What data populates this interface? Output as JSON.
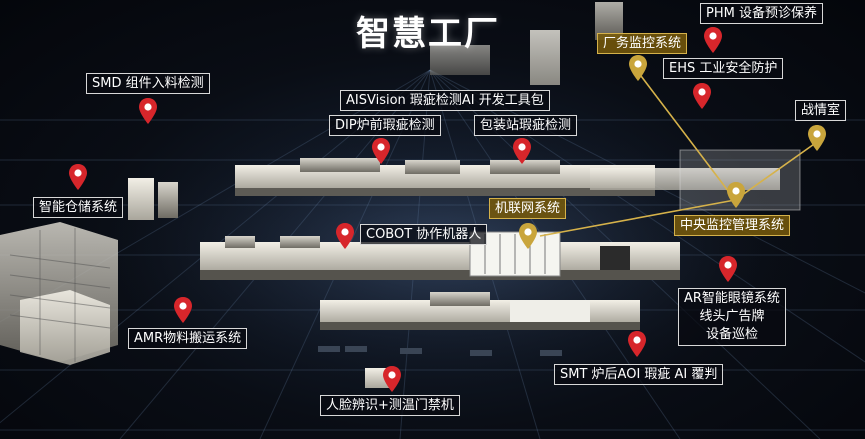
{
  "title": "智慧工厂",
  "labels": {
    "phm": "PHM 设备预诊保养",
    "factory_monitor": "厂务监控系统",
    "ehs": "EHS 工业安全防护",
    "smd": "SMD 组件入料检测",
    "aisvision": "AISVision 瑕疵检测AI 开发工具包",
    "dip": "DIP炉前瑕疵检测",
    "packing": "包装站瑕疵检测",
    "war_room": "战情室",
    "warehouse": "智能仓储系统",
    "iot": "机联网系统",
    "central": "中央监控管理系统",
    "cobot": "COBOT 协作机器人",
    "ar_line1": "AR智能眼镜系统",
    "ar_line2": "线头广告牌",
    "ar_line3": "设备巡检",
    "amr": "AMR物料搬运系统",
    "smt": "SMT 炉后AOI 瑕疵 AI 覆判",
    "face": "人脸辨识+测温门禁机"
  },
  "colors": {
    "red_pin": "#d7262b",
    "gold_pin": "#c9a53c",
    "gold_label": "#7a5a0a",
    "connector": "#d6b24a"
  },
  "icons": {
    "red_pin": "map-pin-icon",
    "gold_pin": "map-pin-icon"
  }
}
